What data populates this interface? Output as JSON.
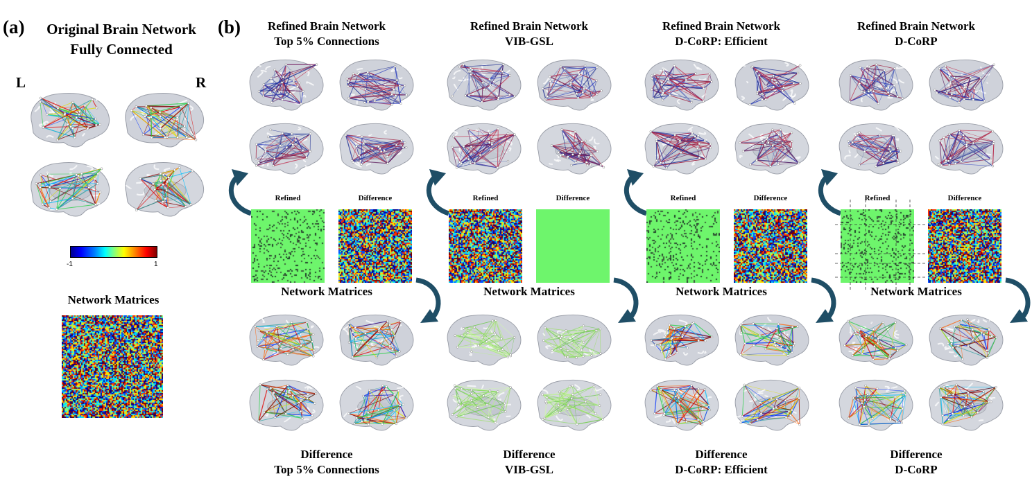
{
  "panel_a": {
    "label": "(a)",
    "title_line1": "Original Brain Network",
    "title_line2": "Fully Connected",
    "left_label": "L",
    "right_label": "R",
    "colorbar": {
      "min_label": "-1",
      "max_label": "1"
    },
    "matrix_title": "Network Matrices"
  },
  "panel_b": {
    "label": "(b)",
    "columns": [
      {
        "top_title_line1": "Refined Brain Network",
        "top_title_line2": "Top 5% Connections",
        "refined_label": "Refined",
        "difference_label": "Difference",
        "matrix_title": "Network Matrices",
        "bottom_title_line1": "Difference",
        "bottom_title_line2": "Top 5% Connections"
      },
      {
        "top_title_line1": "Refined Brain Network",
        "top_title_line2": "VIB-GSL",
        "refined_label": "Refined",
        "difference_label": "Difference",
        "matrix_title": "Network Matrices",
        "bottom_title_line1": "Difference",
        "bottom_title_line2": "VIB-GSL"
      },
      {
        "top_title_line1": "Refined Brain Network",
        "top_title_line2": "D-CoRP: Efficient",
        "refined_label": "Refined",
        "difference_label": "Difference",
        "matrix_title": "Network Matrices",
        "bottom_title_line1": "Difference",
        "bottom_title_line2": "D-CoRP: Efficient"
      },
      {
        "top_title_line1": "Refined Brain Network",
        "top_title_line2": "D-CoRP",
        "refined_label": "Refined",
        "difference_label": "Difference",
        "matrix_title": "Network Matrices",
        "bottom_title_line1": "Difference",
        "bottom_title_line2": "D-CoRP"
      }
    ]
  },
  "colors": {
    "arrow": "#1f4e66",
    "matrix_green": "#6ef56c",
    "colormap": [
      "#00008f",
      "#0050ff",
      "#00e0ff",
      "#80ff80",
      "#ffe000",
      "#ff3000",
      "#800000"
    ]
  }
}
